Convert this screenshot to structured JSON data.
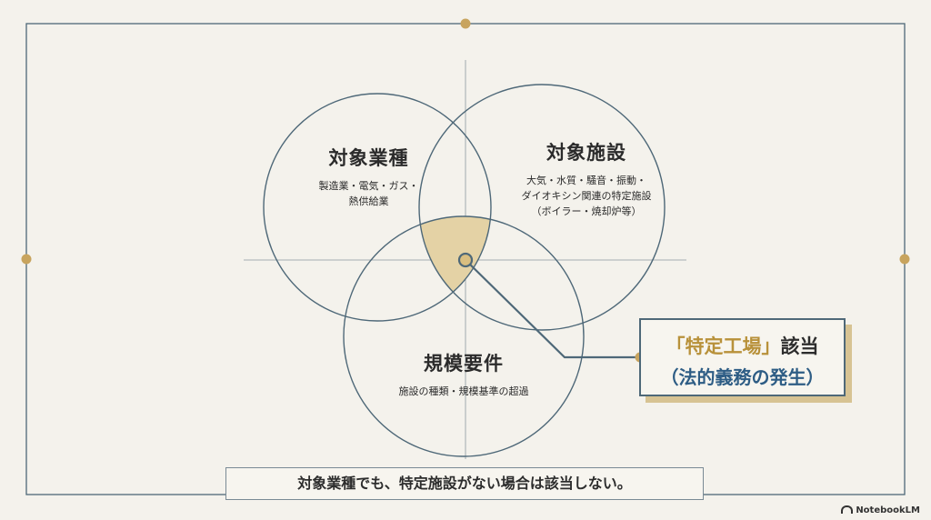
{
  "circles": {
    "industry": {
      "title": "対象業種",
      "desc_lines": [
        "製造業・電気・ガス・",
        "熱供給業"
      ]
    },
    "facility": {
      "title": "対象施設",
      "desc_lines": [
        "大気・水質・騒音・振動・",
        "ダイオキシン関連の特定施設",
        "（ボイラー・焼却炉等）"
      ]
    },
    "scale": {
      "title": "規模要件",
      "desc_lines": [
        "施設の種類・規模基準の超過"
      ]
    }
  },
  "result": {
    "quote_open": "「",
    "highlight": "特定工場",
    "quote_close": "」",
    "suffix": "該当",
    "line2": "（法的義務の発生）"
  },
  "note": "対象業種でも、特定施設がない場合は該当しない。",
  "brand": "NotebookLM",
  "colors": {
    "background": "#f4f2ec",
    "line": "#4e6878",
    "gold": "#c8a45e",
    "overlap_fill": "#e4d2a5",
    "result_blue": "#2e5d85"
  }
}
